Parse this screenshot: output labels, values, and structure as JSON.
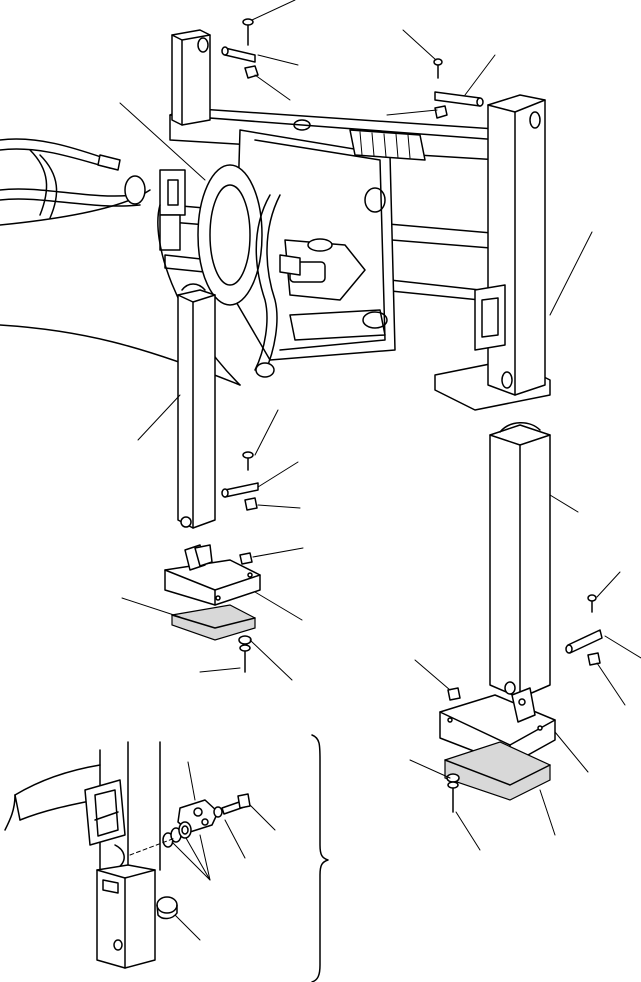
{
  "diagram": {
    "colors": {
      "ink": "#000000",
      "paper": "#ffffff",
      "pad_shade": "#d8d8d8"
    },
    "parts": [
      "main-frame",
      "left-column-upper",
      "right-column-upper",
      "left-leg",
      "right-leg",
      "left-foot-plate",
      "right-foot-plate",
      "left-foot-pad",
      "right-foot-pad",
      "pins",
      "bolts",
      "nuts",
      "washers",
      "hydraulic-hoses",
      "detail-view"
    ]
  }
}
